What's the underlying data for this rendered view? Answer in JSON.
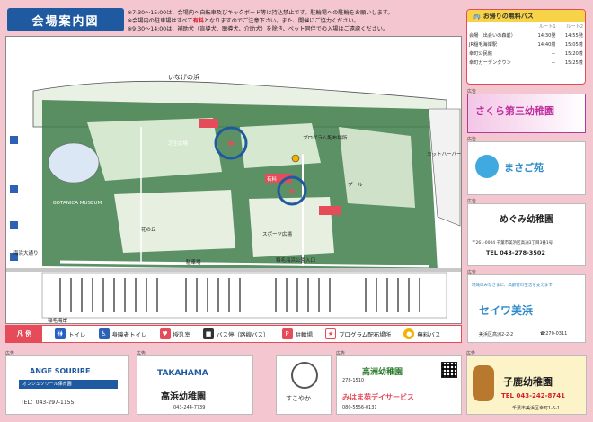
{
  "header": {
    "title": "会場案内図",
    "notices": [
      {
        "pre": "※7:30～15:00は、会場内へ自転車及びキックボード等は持込禁止です。駐輪場への駐輪をお願いします。",
        "red": ""
      },
      {
        "pre": "※会場内の駐車場はすべて",
        "red": "有料",
        "post": "となりますのでご注意下さい。また、開催にご協力ください。"
      },
      {
        "pre": "※9:30～14:00は、補助犬（盲導犬、聴導犬、介助犬）を除き、ペット同伴での入場はご遠慮ください。",
        "red": ""
      }
    ]
  },
  "map": {
    "labels": {
      "sea": "いなげの浜",
      "yacht": "ヨットハーバー",
      "botanica": "BOTANICA MUSEUM",
      "entrance": "稲毛海浜公園入口",
      "station": "稲毛海岸",
      "plaza": "花の丘",
      "parking": "駐車場",
      "fee": "有料",
      "lawn": "芝生広場",
      "pool": "プール",
      "event": "プログラム配布場所",
      "sports": "スポーツ広場",
      "road": "海浜大通り"
    }
  },
  "legend": {
    "header": "凡 例",
    "items": [
      {
        "label": "トイレ",
        "icon": "toilet-icon",
        "color": "#2b62b5",
        "glyph": "♿"
      },
      {
        "label": "身障者トイレ",
        "icon": "accessible-toilet-icon",
        "color": "#2b62b5",
        "glyph": "♿"
      },
      {
        "label": "授乳室",
        "icon": "nursing-room-icon",
        "color": "#e64b5a",
        "glyph": "♥"
      },
      {
        "label": "バス停（路線バス）",
        "icon": "bus-stop-icon",
        "color": "#333333",
        "glyph": "■"
      },
      {
        "label": "駐輪場",
        "icon": "bicycle-parking-icon",
        "color": "#e64b5a",
        "glyph": "P"
      },
      {
        "label": "プログラム配布場所",
        "icon": "program-star-icon",
        "color": "#e64b5a",
        "glyph": "★"
      },
      {
        "label": "無料バス",
        "icon": "free-bus-icon",
        "color": "#f0b400",
        "glyph": "●"
      }
    ]
  },
  "bus": {
    "title": "お帰りの無料バス",
    "route1": "ルート1",
    "route2": "ルート2",
    "rows": [
      {
        "stop": "会場（出会いの森前）",
        "r1": "14:30発",
        "r2": "14:55発"
      },
      {
        "stop": "JR稲毛海岸駅",
        "r1": "14:40着",
        "r2": "15:05着"
      },
      {
        "stop": "幸町公民館",
        "r1": "－",
        "r2": "15:20着"
      },
      {
        "stop": "幸町ガーデンタウン",
        "r1": "－",
        "r2": "15:25着"
      }
    ]
  },
  "ads": {
    "label": "広告",
    "sakura": {
      "name": "さくら第三幼稚園"
    },
    "masago": {
      "name": "まさご苑"
    },
    "megumi": {
      "name": "めぐみ幼稚園",
      "tel": "TEL 043-278-3502",
      "addr": "〒261-0004 千葉市美浜区高洲3丁目3番1号"
    },
    "seiwa": {
      "name": "セイワ美浜",
      "tagline": "地域のみなさまに、高齢者の生活を支えます",
      "addr": "美浜区高洲2-2-2",
      "tel": "☎270-0311"
    },
    "ange": {
      "name": "ANGE SOURIRE",
      "sub": "オンジュソリール保育園",
      "tel": "TEL：043-297-1155"
    },
    "takahama": {
      "brand": "TAKAHAMA",
      "name": "高浜幼稚園",
      "tel": "043-244-7739"
    },
    "sukoyaka": {
      "name": "すこやか"
    },
    "takasu": {
      "name": "高洲幼稚園",
      "service": "みはま苑デイサービス",
      "tel1": "278-1510",
      "tel2": "080-5556-0131"
    },
    "kojika": {
      "name": "子鹿幼稚園",
      "tel": "TEL 043-242-8741",
      "addr": "千葉市美浜区幸町1-5-1"
    }
  }
}
